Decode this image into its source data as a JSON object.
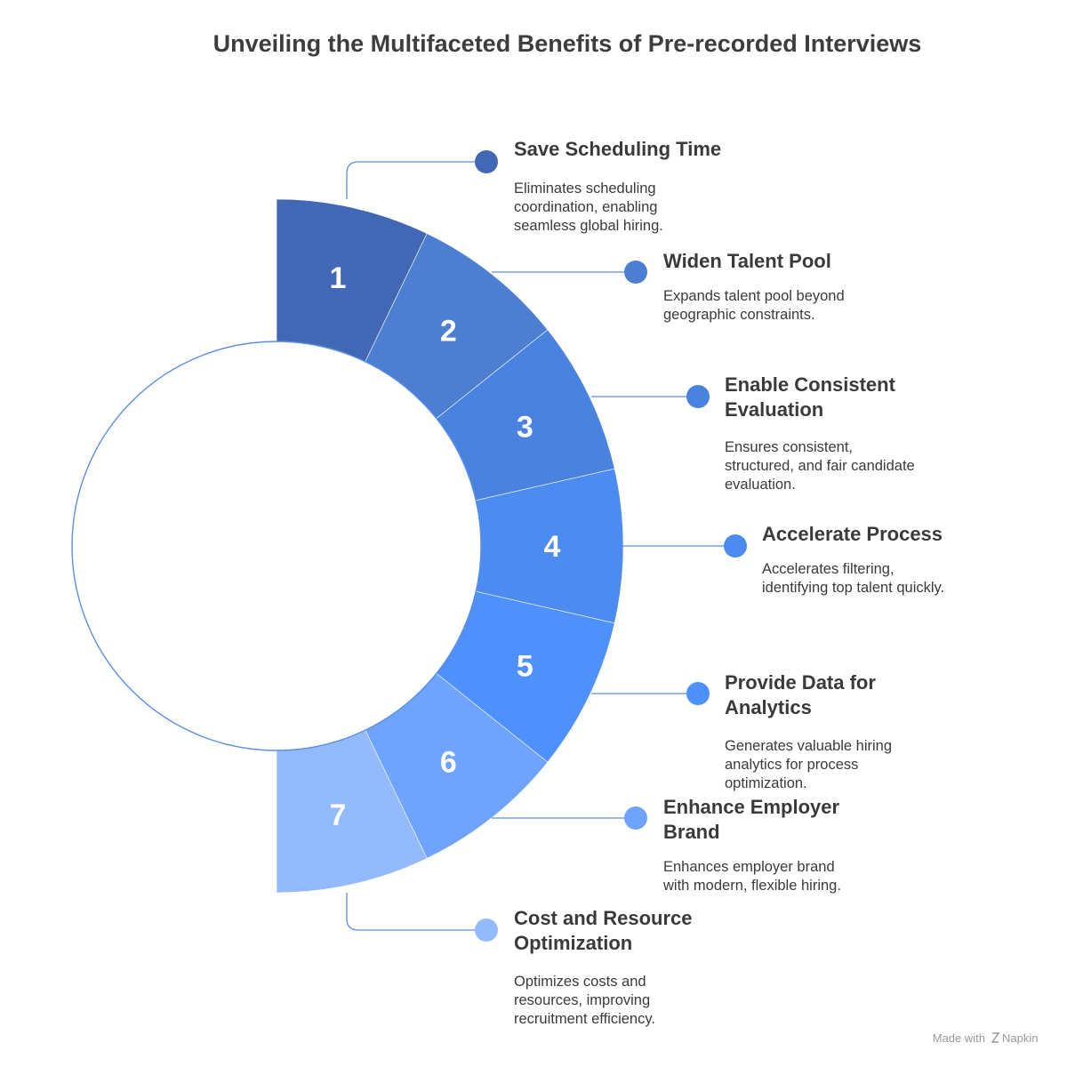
{
  "title": "Unveiling the Multifaceted Benefits of Pre-recorded Interviews",
  "colors": {
    "segments": [
      "#4268b5",
      "#4c7fd2",
      "#4a82e0",
      "#4c8bf0",
      "#4e90fc",
      "#6ea4fe",
      "#94bafe"
    ],
    "outline": "#5b8fe0"
  },
  "items": [
    {
      "number": "1",
      "title": [
        "Save Scheduling Time"
      ],
      "description": [
        "Eliminates scheduling",
        "coordination, enabling",
        "seamless global hiring."
      ]
    },
    {
      "number": "2",
      "title": [
        "Widen Talent Pool"
      ],
      "description": [
        "Expands talent pool beyond",
        "geographic constraints."
      ]
    },
    {
      "number": "3",
      "title": [
        "Enable Consistent",
        "Evaluation"
      ],
      "description": [
        "Ensures consistent,",
        "structured, and fair candidate",
        "evaluation."
      ]
    },
    {
      "number": "4",
      "title": [
        "Accelerate Process"
      ],
      "description": [
        "Accelerates filtering,",
        "identifying top talent quickly."
      ]
    },
    {
      "number": "5",
      "title": [
        "Provide Data for",
        "Analytics"
      ],
      "description": [
        "Generates valuable hiring",
        "analytics for process",
        "optimization."
      ]
    },
    {
      "number": "6",
      "title": [
        "Enhance Employer",
        "Brand"
      ],
      "description": [
        "Enhances employer brand",
        "with modern, flexible hiring."
      ]
    },
    {
      "number": "7",
      "title": [
        "Cost and Resource",
        "Optimization"
      ],
      "description": [
        "Optimizes costs and",
        "resources, improving",
        "recruitment efficiency."
      ]
    }
  ],
  "footer": {
    "made_with": "Made with",
    "brand": "Napkin"
  }
}
